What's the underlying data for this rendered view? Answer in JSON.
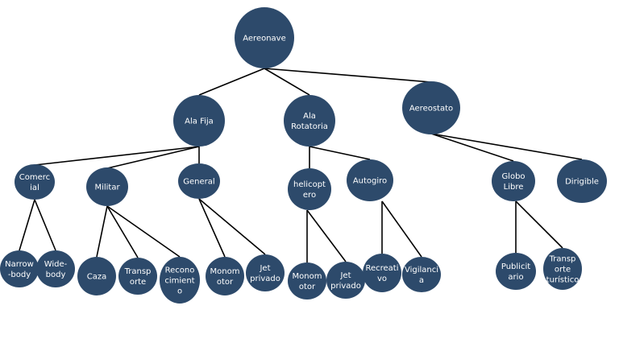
{
  "nodes": [
    {
      "id": "aeronave",
      "lines": [
        "Aereonave"
      ],
      "shape": "ellipse"
    },
    {
      "id": "ala-fija",
      "lines": [
        "Ala Fija"
      ],
      "shape": "ellipse"
    },
    {
      "id": "ala-rotatoria",
      "lines": [
        "Ala",
        "Rotatoria"
      ],
      "shape": "ellipse"
    },
    {
      "id": "aereostato",
      "lines": [
        "Aereostato"
      ],
      "shape": "ellipse"
    },
    {
      "id": "comercial",
      "lines": [
        "Comerc",
        "ial"
      ],
      "shape": "ellipse"
    },
    {
      "id": "militar",
      "lines": [
        "Militar"
      ],
      "shape": "ellipse"
    },
    {
      "id": "general",
      "lines": [
        "General"
      ],
      "shape": "ellipse"
    },
    {
      "id": "helicoptero",
      "lines": [
        "helicopt",
        "ero"
      ],
      "shape": "ellipse"
    },
    {
      "id": "autogiro",
      "lines": [
        "Autogiro"
      ],
      "shape": "ellipse"
    },
    {
      "id": "globo-libre",
      "lines": [
        "Globo",
        "Libre"
      ],
      "shape": "ellipse"
    },
    {
      "id": "dirigible",
      "lines": [
        "Dirigible"
      ],
      "shape": "ellipse"
    },
    {
      "id": "narrow-body",
      "lines": [
        "Narrow",
        "-body"
      ],
      "shape": "ellipse"
    },
    {
      "id": "wide-body",
      "lines": [
        "Wide-",
        "body"
      ],
      "shape": "ellipse"
    },
    {
      "id": "caza",
      "lines": [
        "Caza"
      ],
      "shape": "ellipse"
    },
    {
      "id": "transporte-militar",
      "lines": [
        "Transp",
        "orte"
      ],
      "shape": "ellipse"
    },
    {
      "id": "reconocimiento",
      "lines": [
        "Recono",
        "cimient",
        "o"
      ],
      "shape": "ellipse"
    },
    {
      "id": "monomotor-general",
      "lines": [
        "Monom",
        "otor"
      ],
      "shape": "ellipse"
    },
    {
      "id": "jet-privado-general",
      "lines": [
        "Jet",
        "privado"
      ],
      "shape": "ellipse"
    },
    {
      "id": "monomotor-heli",
      "lines": [
        "Monom",
        "otor"
      ],
      "shape": "ellipse"
    },
    {
      "id": "jet-privado-heli",
      "lines": [
        "Jet",
        "privado"
      ],
      "shape": "ellipse"
    },
    {
      "id": "recreativo",
      "lines": [
        "Recreati",
        "vo"
      ],
      "shape": "ellipse"
    },
    {
      "id": "vigilancia",
      "lines": [
        "Vigilanci",
        "a"
      ],
      "shape": "ellipse"
    },
    {
      "id": "publicitario",
      "lines": [
        "Publicit",
        "ario"
      ],
      "shape": "ellipse"
    },
    {
      "id": "transporte-turistico",
      "lines": [
        "Transp",
        "orte",
        "turístico"
      ],
      "shape": "ellipse"
    }
  ],
  "edges": [
    [
      "aeronave",
      "ala-fija"
    ],
    [
      "aeronave",
      "ala-rotatoria"
    ],
    [
      "aeronave",
      "aereostato"
    ],
    [
      "ala-fija",
      "comercial"
    ],
    [
      "ala-fija",
      "militar"
    ],
    [
      "ala-fija",
      "general"
    ],
    [
      "ala-rotatoria",
      "helicoptero"
    ],
    [
      "ala-rotatoria",
      "autogiro"
    ],
    [
      "aereostato",
      "globo-libre"
    ],
    [
      "aereostato",
      "dirigible"
    ],
    [
      "comercial",
      "narrow-body"
    ],
    [
      "comercial",
      "wide-body"
    ],
    [
      "militar",
      "caza"
    ],
    [
      "militar",
      "transporte-militar"
    ],
    [
      "militar",
      "reconocimiento"
    ],
    [
      "general",
      "monomotor-general"
    ],
    [
      "general",
      "jet-privado-general"
    ],
    [
      "helicoptero",
      "monomotor-heli"
    ],
    [
      "helicoptero",
      "jet-privado-heli"
    ],
    [
      "autogiro",
      "recreativo"
    ],
    [
      "autogiro",
      "vigilancia"
    ],
    [
      "globo-libre",
      "publicitario"
    ],
    [
      "globo-libre",
      "transporte-turistico"
    ]
  ],
  "colors": {
    "node_fill": "#2d4a6b",
    "node_text": "#ffffff",
    "edge": "#000000",
    "background": "#ffffff"
  }
}
